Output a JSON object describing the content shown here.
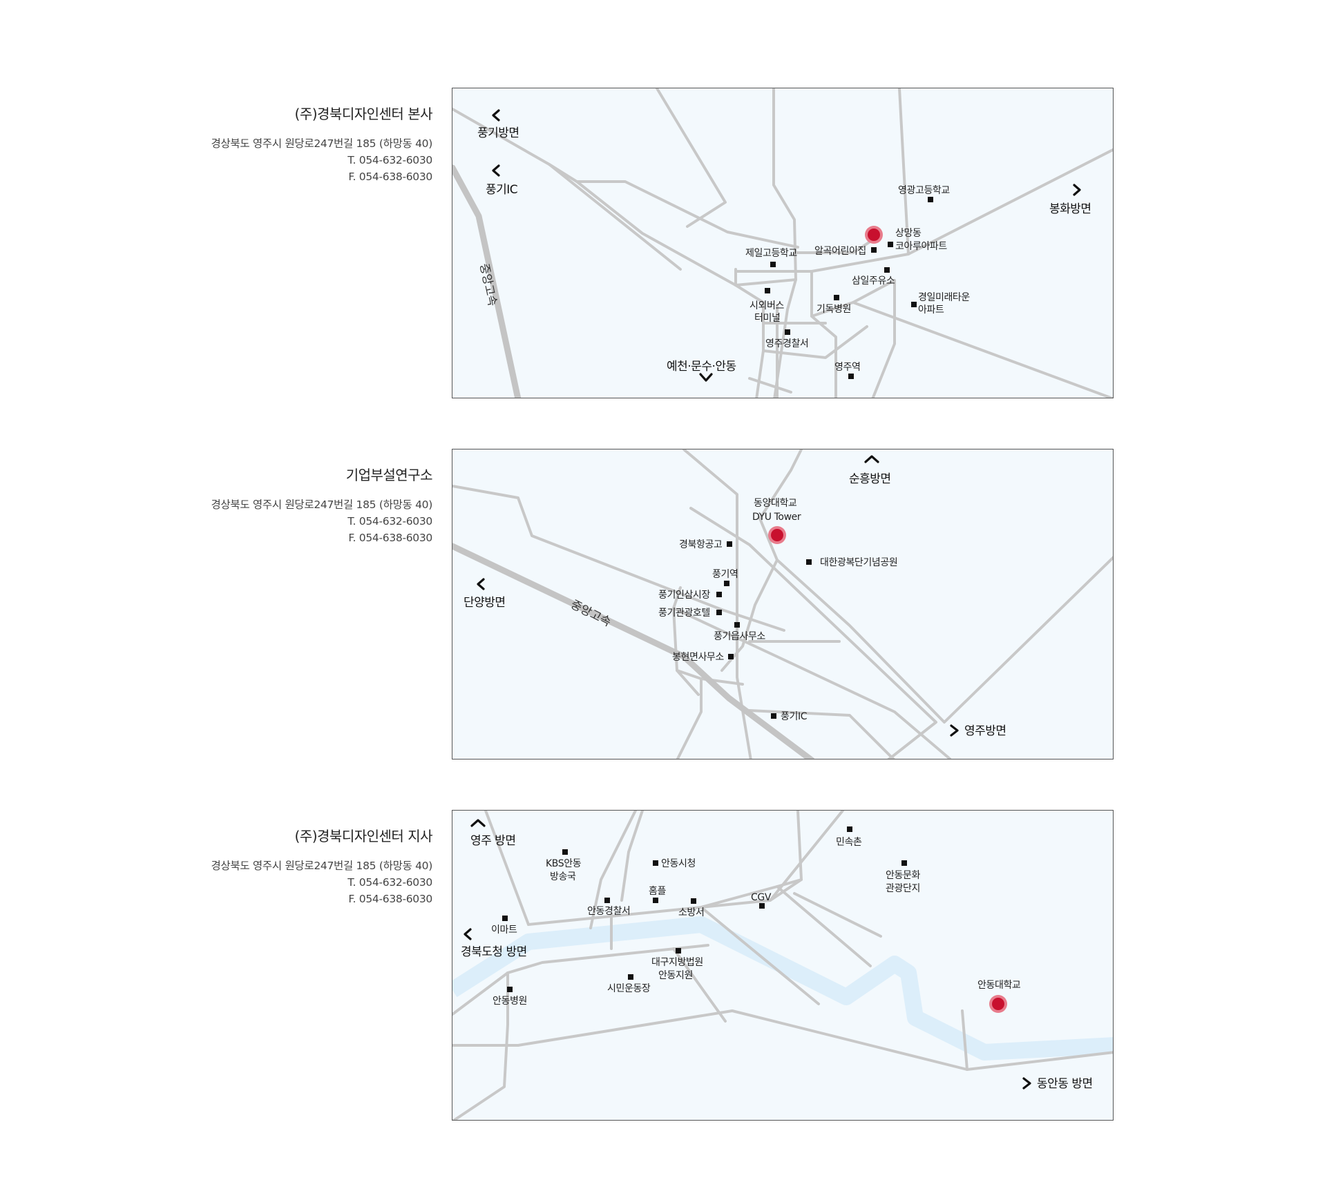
{
  "locations": [
    {
      "title": "(주)경북디자인센터 본사",
      "address": "경상북도 영주시 원당로247번길 185 (하망동 40)",
      "tel": "T. 054-632-6030",
      "fax": "F. 054-638-6030",
      "map": {
        "directions": [
          "풍기방면",
          "풍기IC",
          "봉화방면",
          "예천·문수·안동"
        ],
        "highway": "중앙고속",
        "places": [
          "영광고등학교",
          "상망동",
          "코아루아파트",
          "알곡어린이집",
          "제일고등학교",
          "삼일주유소",
          "경일미래타운",
          "아파트",
          "시외버스",
          "터미널",
          "기독병원",
          "영주경찰서",
          "영주역"
        ]
      }
    },
    {
      "title": "기업부설연구소",
      "address": "경상북도 영주시 원당로247번길 185 (하망동 40)",
      "tel": "T. 054-632-6030",
      "fax": "F. 054-638-6030",
      "map": {
        "directions": [
          "순흥방면",
          "단양방면",
          "영주방면"
        ],
        "highway": "중앙고속",
        "places": [
          "동양대학교",
          "DYU Tower",
          "경북항공고",
          "대한광복단기념공원",
          "풍기역",
          "풍기인삼시장",
          "풍기관광호텔",
          "풍기읍사무소",
          "봉현면사무소",
          "풍기IC"
        ]
      }
    },
    {
      "title": "(주)경북디자인센터 지사",
      "address": "경상북도 영주시 원당로247번길 185 (하망동 40)",
      "tel": "T. 054-632-6030",
      "fax": "F. 054-638-6030",
      "map": {
        "directions": [
          "영주 방면",
          "경북도청 방면",
          "동안동 방면"
        ],
        "places": [
          "KBS안동",
          "방송국",
          "안동시청",
          "민속촌",
          "안동문화",
          "관광단지",
          "홈플",
          "안동경찰서",
          "소방서",
          "CGV",
          "이마트",
          "대구지방법원",
          "안동지원",
          "시민운동장",
          "안동병원",
          "안동대학교"
        ]
      }
    }
  ],
  "colors": {
    "map_background": "#f3f9fd",
    "road": "#c8c8c8",
    "river": "#dceefa",
    "pin": "#c8102e",
    "border": "#555555"
  },
  "icons": [
    "chevron-left-icon",
    "chevron-right-icon",
    "chevron-up-icon",
    "chevron-down-icon",
    "location-pin-icon",
    "landmark-square-icon"
  ]
}
